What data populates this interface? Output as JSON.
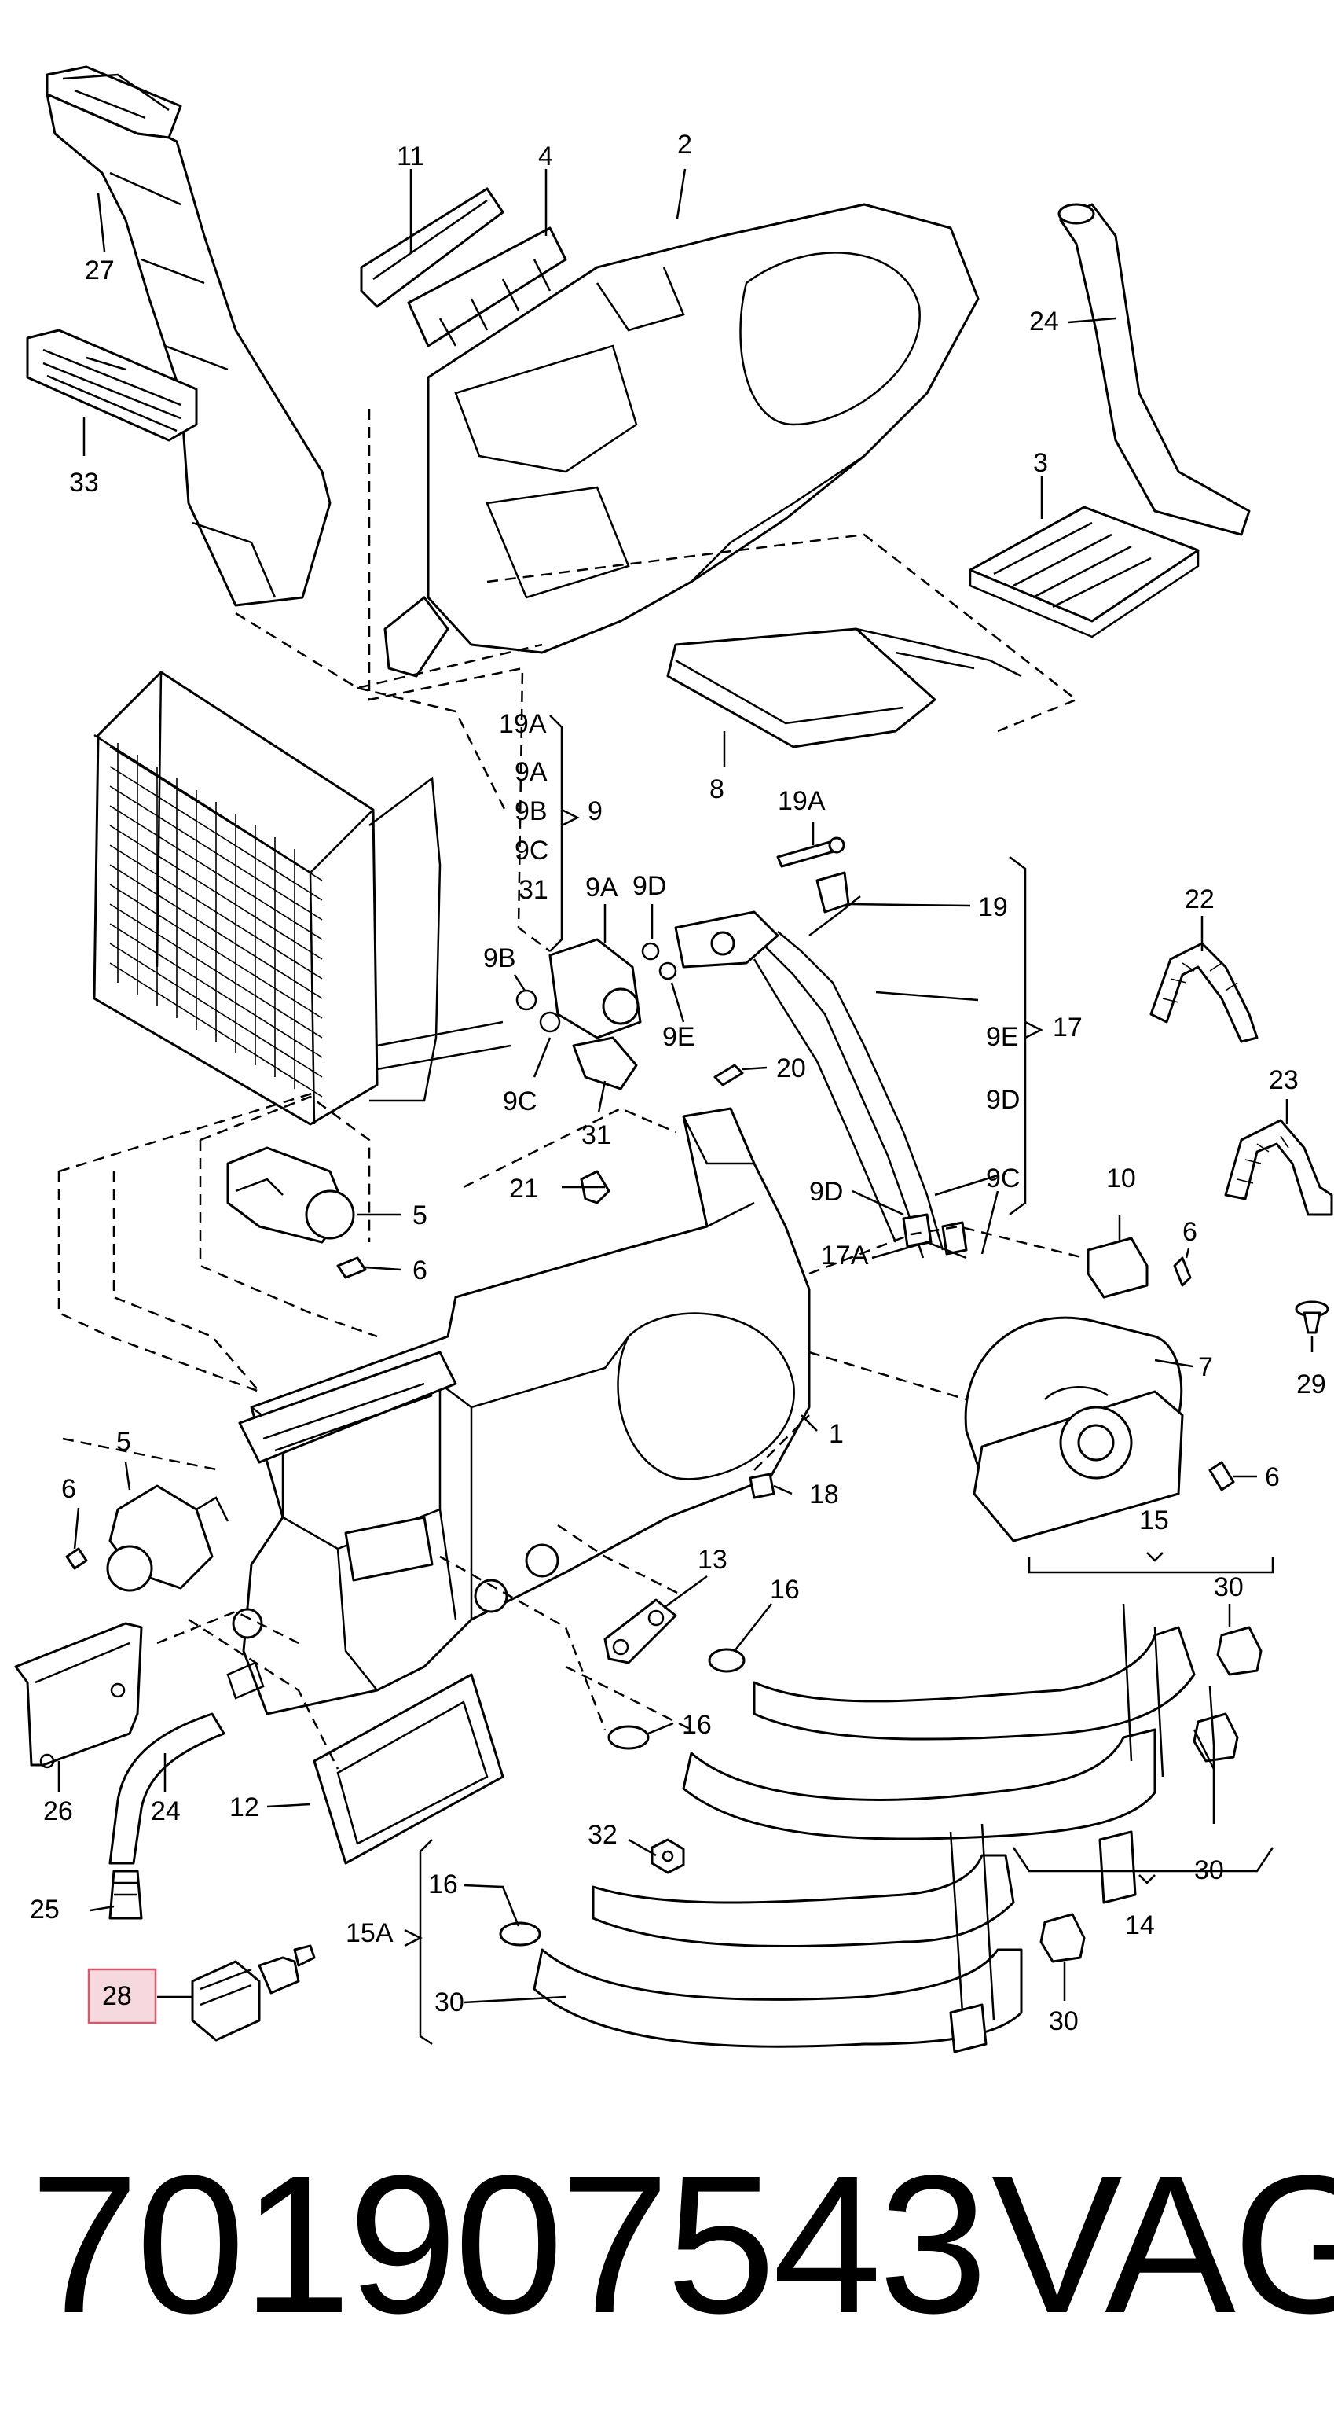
{
  "diagram": {
    "callouts": {
      "c27": "27",
      "c11": "11",
      "c4": "4",
      "c2": "2",
      "c24a": "24",
      "c33": "33",
      "c3": "3",
      "c19A_1": "19A",
      "c9A_1": "9A",
      "c9B_1": "9B",
      "c9C_1": "9C",
      "c31_1": "31",
      "c9_group": "9",
      "c8": "8",
      "c19A_2": "19A",
      "c19": "19",
      "c22": "22",
      "c9A_2": "9A",
      "c9D_1": "9D",
      "c9B_2": "9B",
      "c9E_1": "9E",
      "c9E_2": "9E",
      "c17": "17",
      "c9D_2": "9D",
      "c9C_2": "9C",
      "c31_2": "31",
      "c20": "20",
      "c23": "23",
      "c5a": "5",
      "c6a": "6",
      "c21": "21",
      "c9D_3": "9D",
      "c9C_3": "9C",
      "c10": "10",
      "c6b": "6",
      "c17A": "17A",
      "c7": "7",
      "c29": "29",
      "c5b": "5",
      "c6c": "6",
      "c1": "1",
      "c18": "18",
      "c6d": "6",
      "c15": "15",
      "c13": "13",
      "c16a": "16",
      "c30a": "30",
      "c16b": "16",
      "c26": "26",
      "c24b": "24",
      "c12": "12",
      "c30b": "30",
      "c14": "14",
      "c32": "32",
      "c25": "25",
      "c16c": "16",
      "c15A": "15A",
      "c28": "28",
      "c30c": "30",
      "c30d": "30"
    },
    "highlight_color": "#f6d9de"
  },
  "footer": {
    "part_number": "701907543",
    "brand": "VAG"
  }
}
